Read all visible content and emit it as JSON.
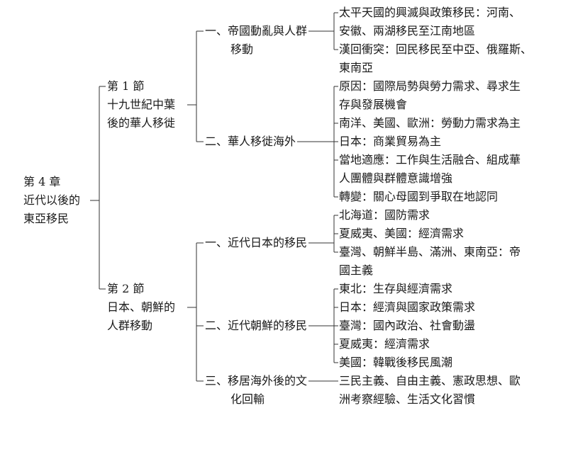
{
  "chapter": {
    "lines": [
      "第 4 章",
      "近代以後的",
      "東亞移民"
    ]
  },
  "sections": [
    {
      "lines": [
        "第 1 節",
        "十九世紀中葉",
        "後的華人移徙"
      ],
      "topics": [
        {
          "lines": [
            "一、帝國動亂與人群",
            "移動"
          ],
          "items": [
            [
              "太平天國的興滅與政策移民：河南、",
              "安徽、兩湖移民至江南地區"
            ],
            [
              "漢回衝突：回民移民至中亞、俄羅斯、",
              "東南亞"
            ]
          ]
        },
        {
          "lines": [
            "二、華人移徙海外"
          ],
          "items": [
            [
              "原因：國際局勢與勞力需求、尋求生",
              "存與發展機會"
            ],
            [
              "南洋、美國、歐洲：勞動力需求為主"
            ],
            [
              "日本：商業貿易為主"
            ],
            [
              "當地適應：工作與生活融合、組成華",
              "人團體與群體意識增強"
            ],
            [
              "轉變：關心母國到爭取在地認同"
            ]
          ]
        }
      ]
    },
    {
      "lines": [
        "第 2 節",
        "日本、朝鮮的",
        "人群移動"
      ],
      "topics": [
        {
          "lines": [
            "一、近代日本的移民"
          ],
          "items": [
            [
              "北海道：國防需求"
            ],
            [
              "夏威夷、美國：經濟需求"
            ],
            [
              "臺灣、朝鮮半島、滿洲、東南亞：帝",
              "國主義"
            ]
          ]
        },
        {
          "lines": [
            "二、近代朝鮮的移民"
          ],
          "items": [
            [
              "東北：生存與經濟需求"
            ],
            [
              "日本：經濟與國家政策需求"
            ],
            [
              "臺灣：國內政治、社會動盪"
            ],
            [
              "夏威夷：經濟需求"
            ],
            [
              "美國：韓戰後移民風潮"
            ]
          ]
        },
        {
          "lines": [
            "三、移居海外後的文",
            "化回輸"
          ],
          "items": [
            [
              "三民主義、自由主義、憲政思想、歐",
              "洲考察經驗、生活文化習慣"
            ]
          ]
        }
      ]
    }
  ]
}
